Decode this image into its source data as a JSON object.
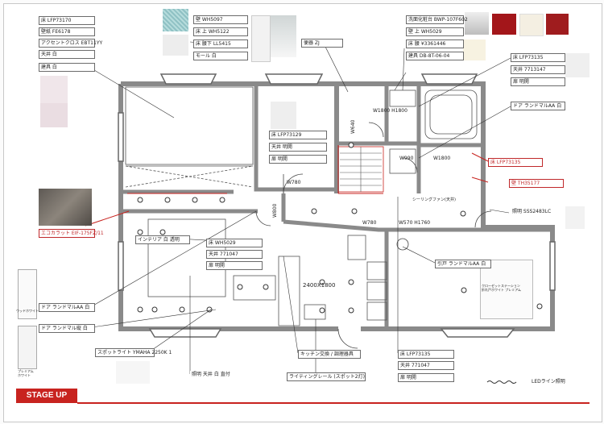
{
  "stage_label": "STAGE UP",
  "led_legend": "LEDライン照明",
  "room_dims": {
    "w1800h1800": "W1800 H1800",
    "w1800": "W1800",
    "w800a": "W800",
    "w800b": "W800",
    "w640": "W640",
    "w780": "W780",
    "w780b": "W780",
    "w570h1760": "W570 H1760",
    "w990": "W990",
    "kitchen_size": "2400X1800",
    "stair_note": "シーリングファン(天井)"
  },
  "callouts": {
    "tl_floor": "床 LFP73170",
    "tl_wall": "壁紙 FE6178",
    "tl_accent": "アクセントクロス EBT11YY",
    "tl_ceiling": "天井 白",
    "tl_door": "建具 白",
    "toilet_wall": "壁 WH5097",
    "toilet_floor": "床 上 WH5122",
    "toilet_floor2": "床 腰下 LL5415",
    "toilet_curtain": "モール 白",
    "toilet_unit": "便器 ZJ",
    "washbasin_title": "洗面化粧台 BWP-107F602",
    "washbasin_1": "壁 上 WH5029",
    "washbasin_2": "床 腰 ¥3361446",
    "washbasin_3": "建具 DB-8T-06-04",
    "bath_floor": "床 LFP73135",
    "bath_ceiling": "天井 7713147",
    "bath_door": "扉 明開",
    "study_floor": "床 LFP73129",
    "study_ceiling": "天井 明開",
    "study_door": "扉 明開",
    "door_white": "ドア ランドマルAA 白",
    "hall_red": "床 LFP73135",
    "hall_red2": "壁 TH35177",
    "entry_light": "照明 SSS2483LC",
    "stone_panel": "エコカラット EIF-175FZ/11",
    "living_panel": "インテリア 白 透明",
    "living_floor": "床 WH5029",
    "living_ceiling": "天井 771047",
    "living_door": "扉 明開",
    "door_l1": "ドア ランドマルAA 白",
    "door_l2": "ドア ランドマル縦 白",
    "spot_light": "スポットライト YMAHA 2250K 1",
    "dl_note": "照明 天井 白 直付",
    "kitchen_note": "キッチン交換 / 調理器具",
    "kitchen_panel": "ライティングレール (スポット2灯)",
    "sliding": "引戸 ランドマルAA 白",
    "br_floor": "床 LFP73135",
    "br_ceiling": "天井 771047",
    "br_door": "扉 明開",
    "closet_note": "クローゼットステーション\n折れ戸ホワイト プレミアム",
    "door_sample1": "ウッドホワイト",
    "door_sample2": "プレミアム\nホワイト"
  },
  "colors": {
    "wall": "#8a8a8a",
    "accent_red": "#c8231f",
    "line": "#333333"
  }
}
